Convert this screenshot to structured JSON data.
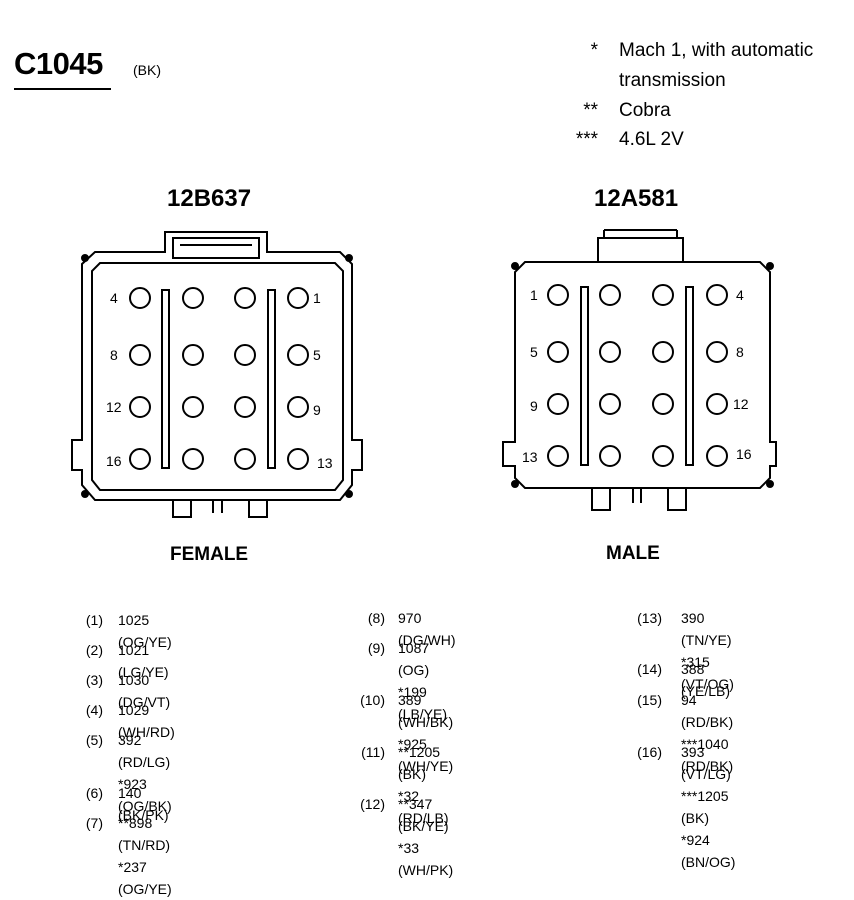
{
  "header": {
    "connector": "C1045",
    "connector_color": "(BK)"
  },
  "notes": [
    {
      "mark": "*",
      "lines": [
        "Mach 1, with automatic",
        "transmission"
      ]
    },
    {
      "mark": "**",
      "lines": [
        "Cobra"
      ]
    },
    {
      "mark": "***",
      "lines": [
        "4.6L 2V"
      ]
    }
  ],
  "female": {
    "part_number": "12B637",
    "label": "FEMALE",
    "cavity_labels": [
      "4",
      "1",
      "8",
      "5",
      "12",
      "9",
      "16",
      "13"
    ]
  },
  "male": {
    "part_number": "12A581",
    "label": "MALE",
    "cavity_labels": [
      "1",
      "4",
      "5",
      "8",
      "9",
      "12",
      "13",
      "16"
    ]
  },
  "pins": [
    {
      "num": "(1)",
      "lines": [
        "1025 (OG/YE)"
      ]
    },
    {
      "num": "(2)",
      "lines": [
        "1021 (LG/YE)"
      ]
    },
    {
      "num": "(3)",
      "lines": [
        "1030 (DG/VT)"
      ]
    },
    {
      "num": "(4)",
      "lines": [
        "1029 (WH/RD)"
      ]
    },
    {
      "num": "(5)",
      "lines": [
        "392 (RD/LG)",
        "*923 (OG/BK)"
      ]
    },
    {
      "num": "(6)",
      "lines": [
        "140 (BK/PK)"
      ]
    },
    {
      "num": "(7)",
      "lines": [
        "**898 (TN/RD)",
        "*237 (OG/YE)"
      ]
    },
    {
      "num": "(8)",
      "lines": [
        "970 (DG/WH)"
      ]
    },
    {
      "num": "(9)",
      "lines": [
        "1087 (OG)",
        "*199 (LB/YE)"
      ]
    },
    {
      "num": "(10)",
      "lines": [
        "389 (WH/BK)",
        "*925 (WH/YE)"
      ]
    },
    {
      "num": "(11)",
      "lines": [
        "**1205 (BK)",
        "*32 (RD/LB)"
      ]
    },
    {
      "num": "(12)",
      "lines": [
        "**347 (BK/YE)",
        "*33 (WH/PK)"
      ]
    },
    {
      "num": "(13)",
      "lines": [
        "390 (TN/YE)",
        "*315 (VT/OG)"
      ]
    },
    {
      "num": "(14)",
      "lines": [
        "388 (YE/LB)"
      ]
    },
    {
      "num": "(15)",
      "lines": [
        "94 (RD/BK)",
        "***1040 (RD/BK)"
      ]
    },
    {
      "num": "(16)",
      "lines": [
        "393 (VT/LG)",
        "***1205 (BK)",
        "*924 (BN/OG)"
      ]
    }
  ]
}
